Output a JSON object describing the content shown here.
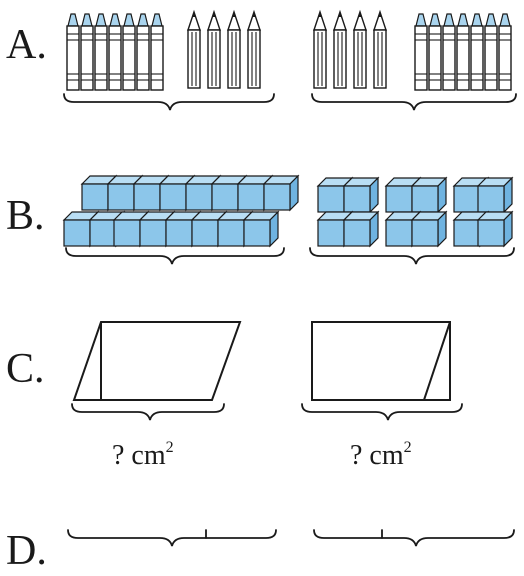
{
  "options": [
    {
      "id": "A",
      "label": "A."
    },
    {
      "id": "B",
      "label": "B."
    },
    {
      "id": "C",
      "label": "C."
    },
    {
      "id": "D",
      "label": "D."
    }
  ],
  "option_c": {
    "left_area_label": "? cm",
    "right_area_label": "? cm",
    "exponent": "2"
  },
  "colors": {
    "ink": "#1a1a1a",
    "crayon_tip": "#a9d4ee",
    "cube_face": "#8cc6ea",
    "cube_top": "#b9def4",
    "cube_side": "#6fb3e0"
  },
  "icons": {
    "crayon": "crayon-icon",
    "pencil": "pencil-icon",
    "cube": "cube-icon"
  }
}
